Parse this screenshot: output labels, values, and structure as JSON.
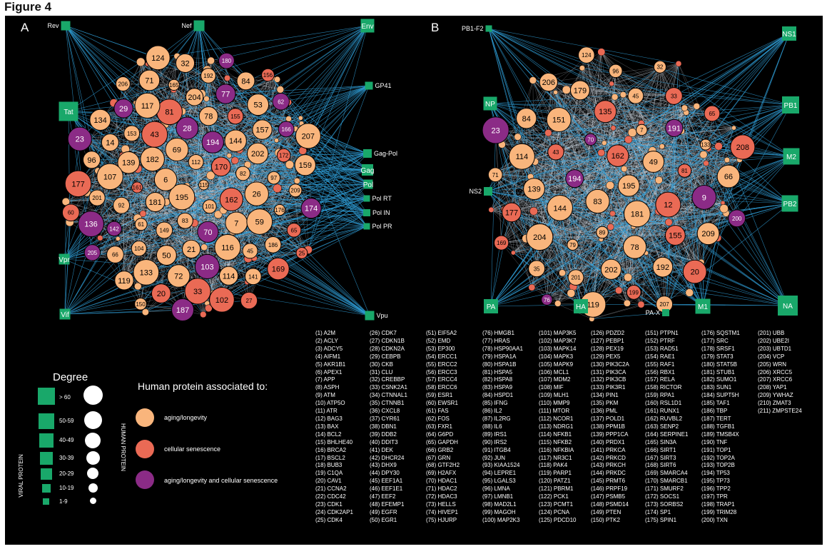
{
  "figure_title": "Figure 4",
  "panel_a": {
    "label": "A",
    "viral_nodes": [
      "Rev",
      "Nef",
      "Env",
      "GP41",
      "Tat",
      "Gag-Pol",
      "Gag",
      "Pol",
      "Pol RT",
      "Pol IN",
      "Pol PR",
      "Vpr",
      "Vif",
      "Vpu"
    ],
    "human_nodes": [
      [
        "115",
        "a"
      ],
      [
        "195",
        "a"
      ],
      [
        "112",
        "a"
      ],
      [
        "101",
        "a"
      ],
      [
        "6",
        "a"
      ],
      [
        "170",
        "s"
      ],
      [
        "83",
        "a"
      ],
      [
        "69",
        "a"
      ],
      [
        "162",
        "s"
      ],
      [
        "181",
        "a"
      ],
      [
        "194",
        "b"
      ],
      [
        "70",
        "b"
      ],
      [
        "182",
        "a"
      ],
      [
        "82",
        "a"
      ],
      [
        "149",
        "a"
      ],
      [
        "28",
        "b"
      ],
      [
        "7",
        "a"
      ],
      [
        "161",
        "s"
      ],
      [
        "144",
        "a"
      ],
      [
        "21",
        "a"
      ],
      [
        "43",
        "s"
      ],
      [
        "26",
        "a"
      ],
      [
        "61",
        "a"
      ],
      [
        "78",
        "a"
      ],
      [
        "116",
        "a"
      ],
      [
        "139",
        "a"
      ],
      [
        "202",
        "a"
      ],
      [
        "50",
        "a"
      ],
      [
        "81",
        "s"
      ],
      [
        "59",
        "a"
      ],
      [
        "92",
        "a"
      ],
      [
        "155",
        "s"
      ],
      [
        "103",
        "b"
      ],
      [
        "153",
        "a"
      ],
      [
        "97",
        "a"
      ],
      [
        "104",
        "a"
      ],
      [
        "204",
        "a"
      ],
      [
        "45",
        "a"
      ],
      [
        "107",
        "a"
      ],
      [
        "157",
        "a"
      ],
      [
        "72",
        "a"
      ],
      [
        "117",
        "a"
      ],
      [
        "176",
        "a"
      ],
      [
        "142",
        "b"
      ],
      [
        "77",
        "b"
      ],
      [
        "114",
        "a"
      ],
      [
        "14",
        "a"
      ],
      [
        "172",
        "s"
      ],
      [
        "133",
        "a"
      ],
      [
        "165",
        "a"
      ],
      [
        "186",
        "a"
      ],
      [
        "201",
        "a"
      ],
      [
        "53",
        "a"
      ],
      [
        "33",
        "s"
      ],
      [
        "29",
        "b"
      ],
      [
        "209",
        "a"
      ],
      [
        "66",
        "a"
      ],
      [
        "192",
        "a"
      ],
      [
        "141",
        "a"
      ],
      [
        "96",
        "a"
      ],
      [
        "166",
        "b"
      ],
      [
        "20",
        "s"
      ],
      [
        "71",
        "a"
      ],
      [
        "65",
        "s"
      ],
      [
        "136",
        "b"
      ],
      [
        "84",
        "a"
      ],
      [
        "102",
        "s"
      ],
      [
        "134",
        "a"
      ],
      [
        "159",
        "a"
      ],
      [
        "119",
        "a"
      ],
      [
        "32",
        "a"
      ],
      [
        "169",
        "s"
      ],
      [
        "177",
        "s"
      ],
      [
        "62",
        "b"
      ],
      [
        "187",
        "b"
      ],
      [
        "206",
        "a"
      ],
      [
        "174",
        "b"
      ],
      [
        "205",
        "b"
      ],
      [
        "180",
        "b"
      ],
      [
        "27",
        "s"
      ],
      [
        "23",
        "b"
      ],
      [
        "207",
        "a"
      ],
      [
        "150",
        "a"
      ],
      [
        "124",
        "a"
      ],
      [
        "25",
        "s"
      ],
      [
        "60",
        "s"
      ],
      [
        "156",
        "s"
      ]
    ]
  },
  "panel_b": {
    "label": "B",
    "viral_nodes": [
      "PB1-F2",
      "NS1",
      "NP",
      "PB1",
      "M2",
      "NS2",
      "PB2",
      "PA",
      "HA",
      "PA-X",
      "M1",
      "NA"
    ],
    "human_nodes": [
      [
        "195",
        "a"
      ],
      [
        "83",
        "a"
      ],
      [
        "162",
        "s"
      ],
      [
        "181",
        "a"
      ],
      [
        "194",
        "b"
      ],
      [
        "49",
        "a"
      ],
      [
        "89",
        "a"
      ],
      [
        "70",
        "b"
      ],
      [
        "12",
        "s"
      ],
      [
        "144",
        "a"
      ],
      [
        "7",
        "a"
      ],
      [
        "78",
        "a"
      ],
      [
        "43",
        "s"
      ],
      [
        "81",
        "s"
      ],
      [
        "79",
        "a"
      ],
      [
        "135",
        "s"
      ],
      [
        "155",
        "s"
      ],
      [
        "139",
        "a"
      ],
      [
        "191",
        "b"
      ],
      [
        "202",
        "a"
      ],
      [
        "151",
        "a"
      ],
      [
        "9",
        "b"
      ],
      [
        "204",
        "a"
      ],
      [
        "45",
        "a"
      ],
      [
        "192",
        "a"
      ],
      [
        "114",
        "a"
      ],
      [
        "133",
        "a"
      ],
      [
        "201",
        "a"
      ],
      [
        "179",
        "a"
      ],
      [
        "209",
        "a"
      ],
      [
        "177",
        "s"
      ],
      [
        "33",
        "s"
      ],
      [
        "199",
        "s"
      ],
      [
        "84",
        "a"
      ],
      [
        "66",
        "a"
      ],
      [
        "35",
        "a"
      ],
      [
        "96",
        "a"
      ],
      [
        "20",
        "s"
      ],
      [
        "71",
        "a"
      ],
      [
        "65",
        "s"
      ],
      [
        "119",
        "a"
      ],
      [
        "206",
        "a"
      ],
      [
        "200",
        "b"
      ],
      [
        "169",
        "s"
      ],
      [
        "32",
        "a"
      ],
      [
        "207",
        "a"
      ],
      [
        "23",
        "b"
      ],
      [
        "208",
        "s"
      ],
      [
        "76",
        "b"
      ],
      [
        "124",
        "a"
      ]
    ]
  },
  "degree_legend": {
    "title": "Degree",
    "viral_axis": "VIRAL PROTEIN",
    "human_axis": "HUMAN PROTEIN",
    "bins": [
      "> 60",
      "50-59",
      "40-49",
      "30-39",
      "20-29",
      "10-19",
      "1-9"
    ]
  },
  "association_legend": {
    "title": "Human protein associated to:",
    "items": [
      {
        "label": "aging/longevity",
        "color": "#f9b57c"
      },
      {
        "label": "cellular senescence",
        "color": "#ea6a55"
      },
      {
        "label": "aging/longevity and cellular senescence",
        "color": "#8b2b86"
      }
    ]
  },
  "colors": {
    "viral": "#19a86a",
    "aging": "#f9b57c",
    "senescence": "#ea6a55",
    "both": "#8b2b86",
    "edge_viral": "#2f9fd8",
    "edge_human": "#d9e6ee"
  },
  "protein_index": [
    [
      "(1) A2M",
      "(2) ACLY",
      "(3) ADCY5",
      "(4) AIFM1",
      "(5) AKR1B1",
      "(6) APEX1",
      "(7) APP",
      "(8) ASPH",
      "(9) ATM",
      "(10) ATP5O",
      "(11) ATR",
      "(12) BAG3",
      "(13) BAX",
      "(14) BCL2",
      "(15) BHLHE40",
      "(16) BRCA2",
      "(17) BSCL2",
      "(18) BUB3",
      "(19) C1QA",
      "(20) CAV1",
      "(21) CCNA2",
      "(22) CDC42",
      "(23) CDK1",
      "(24) CDK2AP1",
      "(25) CDK4"
    ],
    [
      "(26) CDK7",
      "(27) CDKN1B",
      "(28) CDKN2A",
      "(29) CEBPB",
      "(30) CKB",
      "(31) CLU",
      "(32) CREBBP",
      "(33) CSNK2A1",
      "(34) CTNNAL1",
      "(35) CTNNB1",
      "(36) CXCL8",
      "(37) CYR61",
      "(38) DBN1",
      "(39) DDB2",
      "(40) DDIT3",
      "(41) DEK",
      "(42) DHCR24",
      "(43) DHX9",
      "(44) DPY30",
      "(45) EEF1A1",
      "(46) EEF1E1",
      "(47) EEF2",
      "(48) EFEMP1",
      "(49) EGFR",
      "(50) EGR1"
    ],
    [
      "(51) EIF5A2",
      "(52) EMD",
      "(53) EP300",
      "(54) ERCC1",
      "(55) ERCC2",
      "(56) ERCC3",
      "(57) ERCC4",
      "(58) ERCC6",
      "(59) ESR1",
      "(60) EWSR1",
      "(61) FAS",
      "(62) FOS",
      "(63) FXR1",
      "(64) G6PD",
      "(65) GAPDH",
      "(66) GRB2",
      "(67) GRN",
      "(68) GTF2H2",
      "(69) H2AFX",
      "(70) HDAC1",
      "(71) HDAC2",
      "(72) HDAC3",
      "(73) HELLS",
      "(74) HIVEP1",
      "(75) HJURP"
    ],
    [
      "(76) HMGB1",
      "(77) HRAS",
      "(78) HSP90AA1",
      "(79) HSPA1A",
      "(80) HSPA1B",
      "(81) HSPA5",
      "(82) HSPA8",
      "(83) HSPA9",
      "(84) HSPD1",
      "(85) IFNG",
      "(86) IL2",
      "(87) IL2RG",
      "(88) IL6",
      "(89) IRS1",
      "(90) IRS2",
      "(91) ITGB4",
      "(92) JUN",
      "(93) KIAA1524",
      "(94) LEPRE1",
      "(95) LGALS3",
      "(96) LMNA",
      "(97) LMNB1",
      "(98) MAD2L1",
      "(99) MAGOH",
      "(100) MAP2K3"
    ],
    [
      "(101) MAP3K5",
      "(102) MAP3K7",
      "(103) MAPK14",
      "(104) MAPK3",
      "(105) MAPK9",
      "(106) MCL1",
      "(107) MDM2",
      "(108) MIF",
      "(109) MLH1",
      "(110) MMP9",
      "(111) MTOR",
      "(112) NCOR1",
      "(113) NDRG1",
      "(114) NFKB1",
      "(115) NFKB2",
      "(116) NFKBIA",
      "(117) NR3C1",
      "(118) PAK4",
      "(119) PARP1",
      "(120) PATZ1",
      "(121) PBRM1",
      "(122) PCK1",
      "(123) PCMT1",
      "(124) PCNA",
      "(125) PDCD10"
    ],
    [
      "(126) PDZD2",
      "(127) PEBP1",
      "(128) PEX19",
      "(129) PEX5",
      "(130) PIK3C2A",
      "(131) PIK3CA",
      "(132) PIK3CB",
      "(133) PIK3R1",
      "(134) PIN1",
      "(135) PKM",
      "(136) PML",
      "(137) POLD1",
      "(138) PPM1B",
      "(139) PPP1CA",
      "(140) PRDX1",
      "(141) PRKCA",
      "(142) PRKCD",
      "(143) PRKCH",
      "(144) PRKDC",
      "(145) PRMT6",
      "(146) PRPF19",
      "(147) PSMB5",
      "(148) PSMD14",
      "(149) PTEN",
      "(150) PTK2"
    ],
    [
      "(151) PTPN1",
      "(152) PTRF",
      "(153) RAD51",
      "(154) RAE1",
      "(155) RAF1",
      "(156) RBX1",
      "(157) RELA",
      "(158) RICTOR",
      "(159) RPA1",
      "(160) RSL1D1",
      "(161) RUNX1",
      "(162) RUVBL2",
      "(163) SENP2",
      "(164) SERPINE1",
      "(165) SIN3A",
      "(166) SIRT1",
      "(167) SIRT3",
      "(168) SIRT6",
      "(169) SMARCA4",
      "(170) SMARCB1",
      "(171) SMURF2",
      "(172) SOCS1",
      "(173) SORBS2",
      "(174) SP1",
      "(175) SPIN1"
    ],
    [
      "(176) SQSTM1",
      "(177) SRC",
      "(178) SRSF1",
      "(179) STAT3",
      "(180) STAT5B",
      "(181) STUB1",
      "(182) SUMO1",
      "(183) SUN1",
      "(184) SUPT5H",
      "(185) TAF1",
      "(186) TBP",
      "(187) TERT",
      "(188) TGFB1",
      "(189) TMSB4X",
      "(190) TNF",
      "(191) TOP1",
      "(192) TOP2A",
      "(193) TOP2B",
      "(194) TP53",
      "(195) TP73",
      "(196) TPP2",
      "(197) TPR",
      "(198) TRAP1",
      "(199) TRIM28",
      "(200) TXN"
    ],
    [
      "(201) UBB",
      "(202) UBE2I",
      "(203) UBTD1",
      "(204) VCP",
      "(205) WRN",
      "(206) XRCC5",
      "(207) XRCC6",
      "(208) YAP1",
      "(209) YWHAZ",
      "(210) ZMAT3",
      "(211) ZMPSTE24"
    ]
  ]
}
